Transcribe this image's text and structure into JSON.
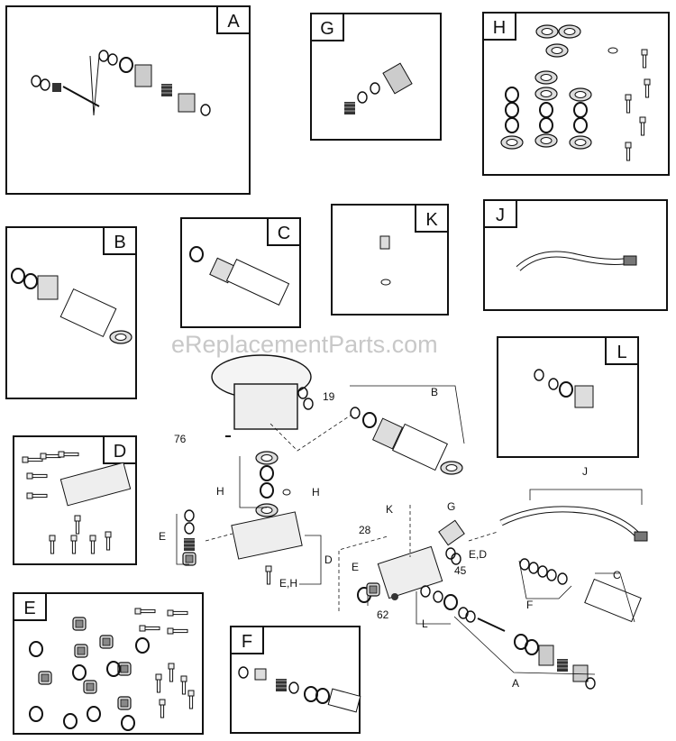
{
  "watermark": "eReplacementParts.com",
  "kits": {
    "A": "A",
    "B": "B",
    "C": "C",
    "D": "D",
    "E": "E",
    "F": "F",
    "G": "G",
    "H": "H",
    "J": "J",
    "K": "K",
    "L": "L"
  },
  "callouts": {
    "p19": "19",
    "p76": "76",
    "p28": "28",
    "p45": "45",
    "p62": "62",
    "B": "B",
    "H1": "H",
    "H2": "H",
    "E": "E",
    "D": "D",
    "EH": "E,H",
    "K": "K",
    "G": "G",
    "ED": "E,D",
    "J": "J",
    "E2": "E",
    "L": "L",
    "F": "F",
    "C": "C",
    "A": "A"
  }
}
